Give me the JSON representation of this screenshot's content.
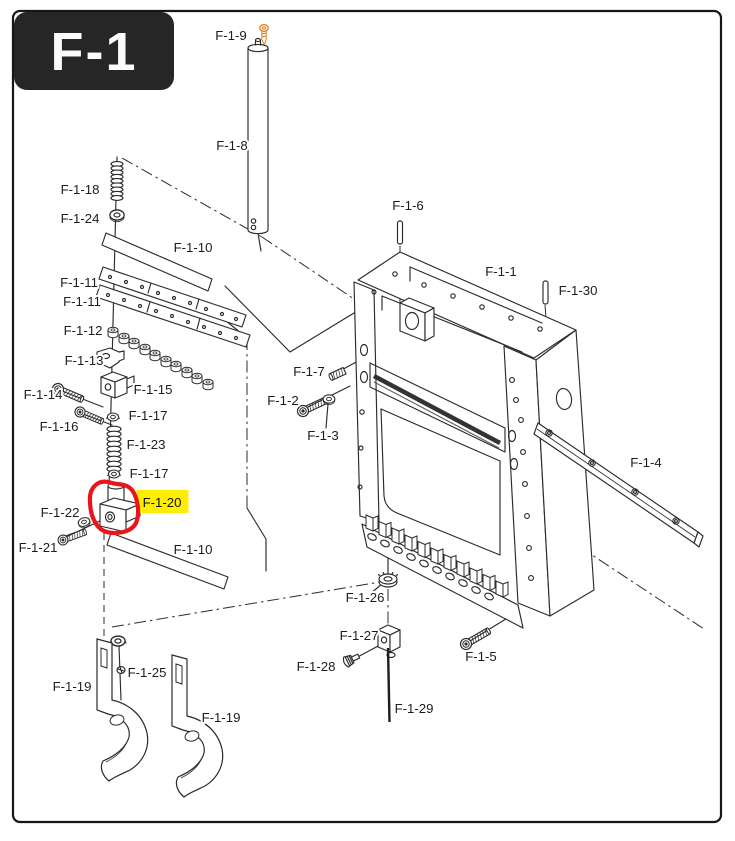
{
  "page": {
    "badge_label": "F-1"
  },
  "diagram": {
    "figure_id": "F-1",
    "highlight": {
      "part_id": "F-1-20",
      "label_background": "#ffee00",
      "circle_color": "#e8161c"
    },
    "accent": {
      "orange_screw_color": "#e07c20",
      "line_color": "#2b2b2b"
    },
    "labels": [
      {
        "id": "f-1-9",
        "text": "F-1-9"
      },
      {
        "id": "f-1-8",
        "text": "F-1-8"
      },
      {
        "id": "f-1-18",
        "text": "F-1-18"
      },
      {
        "id": "f-1-24",
        "text": "F-1-24"
      },
      {
        "id": "f-1-10-upper",
        "text": "F-1-10"
      },
      {
        "id": "f-1-11-a",
        "text": "F-1-11"
      },
      {
        "id": "f-1-11-b",
        "text": "F-1-11"
      },
      {
        "id": "f-1-12",
        "text": "F-1-12"
      },
      {
        "id": "f-1-13",
        "text": "F-1-13"
      },
      {
        "id": "f-1-14",
        "text": "F-1-14"
      },
      {
        "id": "f-1-15",
        "text": "F-1-15"
      },
      {
        "id": "f-1-16",
        "text": "F-1-16"
      },
      {
        "id": "f-1-17-upper",
        "text": "F-1-17"
      },
      {
        "id": "f-1-23",
        "text": "F-1-23"
      },
      {
        "id": "f-1-17-lower",
        "text": "F-1-17"
      },
      {
        "id": "f-1-20",
        "text": "F-1-20"
      },
      {
        "id": "f-1-22",
        "text": "F-1-22"
      },
      {
        "id": "f-1-21",
        "text": "F-1-21"
      },
      {
        "id": "f-1-10-lower",
        "text": "F-1-10"
      },
      {
        "id": "f-1-6",
        "text": "F-1-6"
      },
      {
        "id": "f-1-1",
        "text": "F-1-1"
      },
      {
        "id": "f-1-30",
        "text": "F-1-30"
      },
      {
        "id": "f-1-7",
        "text": "F-1-7"
      },
      {
        "id": "f-1-2",
        "text": "F-1-2"
      },
      {
        "id": "f-1-3",
        "text": "F-1-3"
      },
      {
        "id": "f-1-4",
        "text": "F-1-4"
      },
      {
        "id": "f-1-26",
        "text": "F-1-26"
      },
      {
        "id": "f-1-27",
        "text": "F-1-27"
      },
      {
        "id": "f-1-28",
        "text": "F-1-28"
      },
      {
        "id": "f-1-5",
        "text": "F-1-5"
      },
      {
        "id": "f-1-29",
        "text": "F-1-29"
      },
      {
        "id": "f-1-19-left",
        "text": "F-1-19"
      },
      {
        "id": "f-1-25",
        "text": "F-1-25"
      },
      {
        "id": "f-1-19-right",
        "text": "F-1-19"
      }
    ]
  }
}
